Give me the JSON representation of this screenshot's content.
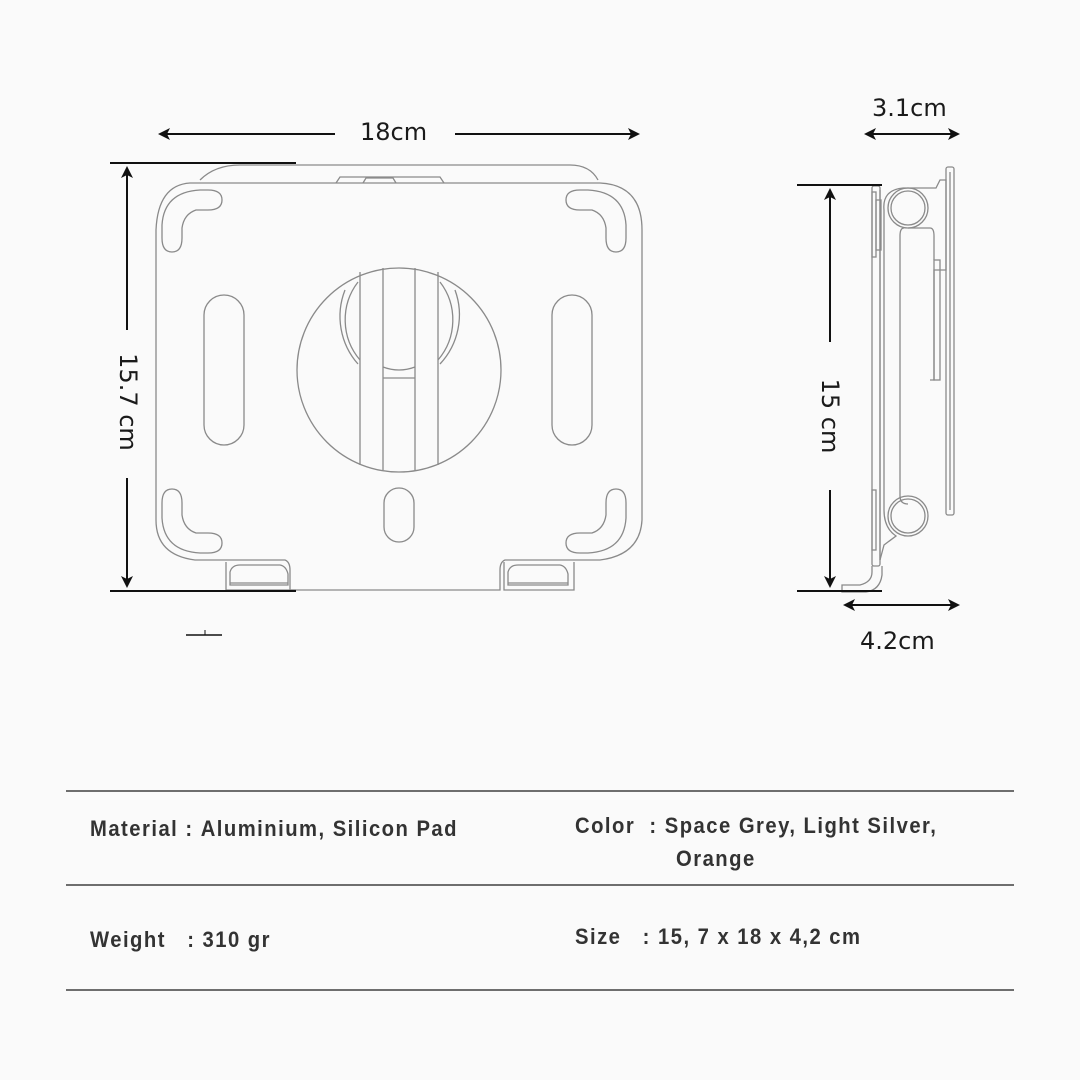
{
  "diagram": {
    "front_view": {
      "width_label": "18cm",
      "height_label": "15.7 cm"
    },
    "side_view": {
      "top_depth_label": "3.1cm",
      "height_label": "15 cm",
      "base_depth_label": "4.2cm"
    },
    "line_color": "#8a8a8a",
    "dimension_color": "#111111"
  },
  "specs": {
    "rows": [
      {
        "left": {
          "key": "Material",
          "sep": " : ",
          "value": "Aluminium, Silicon Pad"
        },
        "right": {
          "key": "Color",
          "sep": "  : ",
          "value": "Space Grey, Light Silver,",
          "value_line2": "Orange"
        }
      },
      {
        "left": {
          "key": "Weight",
          "sep": "   : ",
          "value": "310 gr"
        },
        "right": {
          "key": "Size",
          "sep": "   : ",
          "value": "15, 7 x 18 x 4,2 cm"
        }
      }
    ]
  }
}
